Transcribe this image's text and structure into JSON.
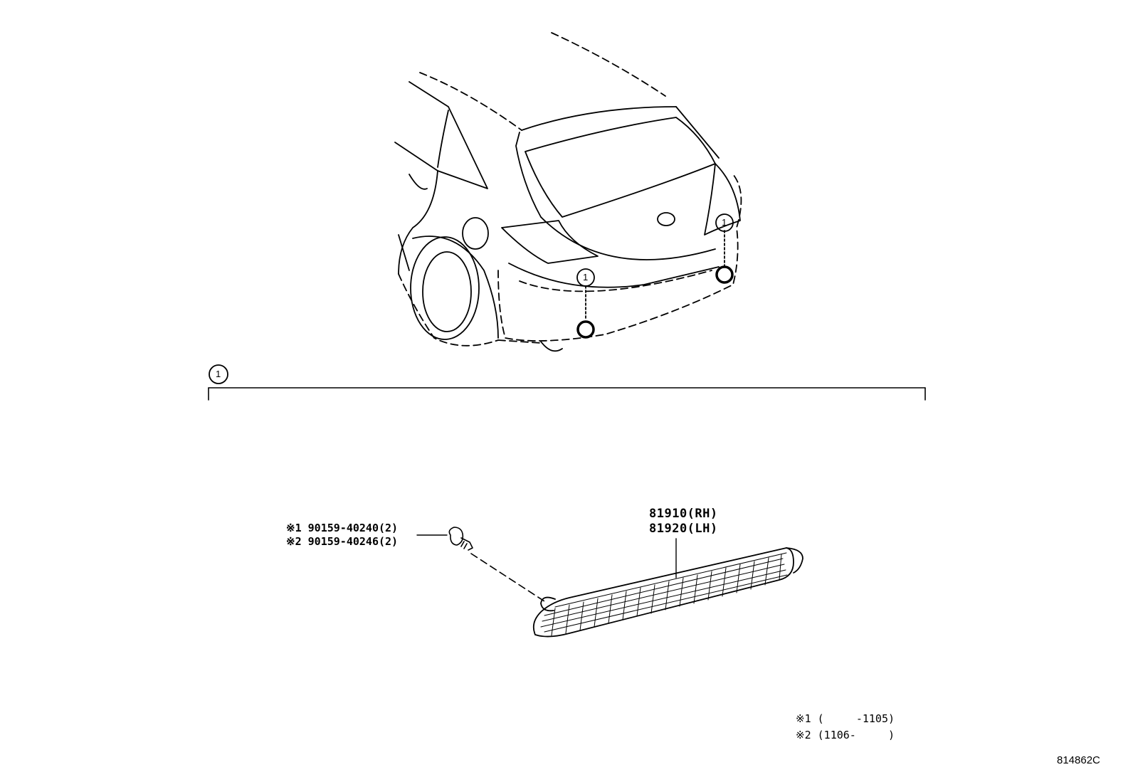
{
  "callout": {
    "number": "1"
  },
  "part": {
    "rh": "81910(RH)",
    "lh": "81920(LH)"
  },
  "fastener": {
    "line1": "※1 90159-40240(2)",
    "line2": "※2 90159-40246(2)"
  },
  "notes": {
    "note1": "※1 (     -1105)",
    "note2": "※2 (1106-     )"
  },
  "illustration_code": "814862C"
}
